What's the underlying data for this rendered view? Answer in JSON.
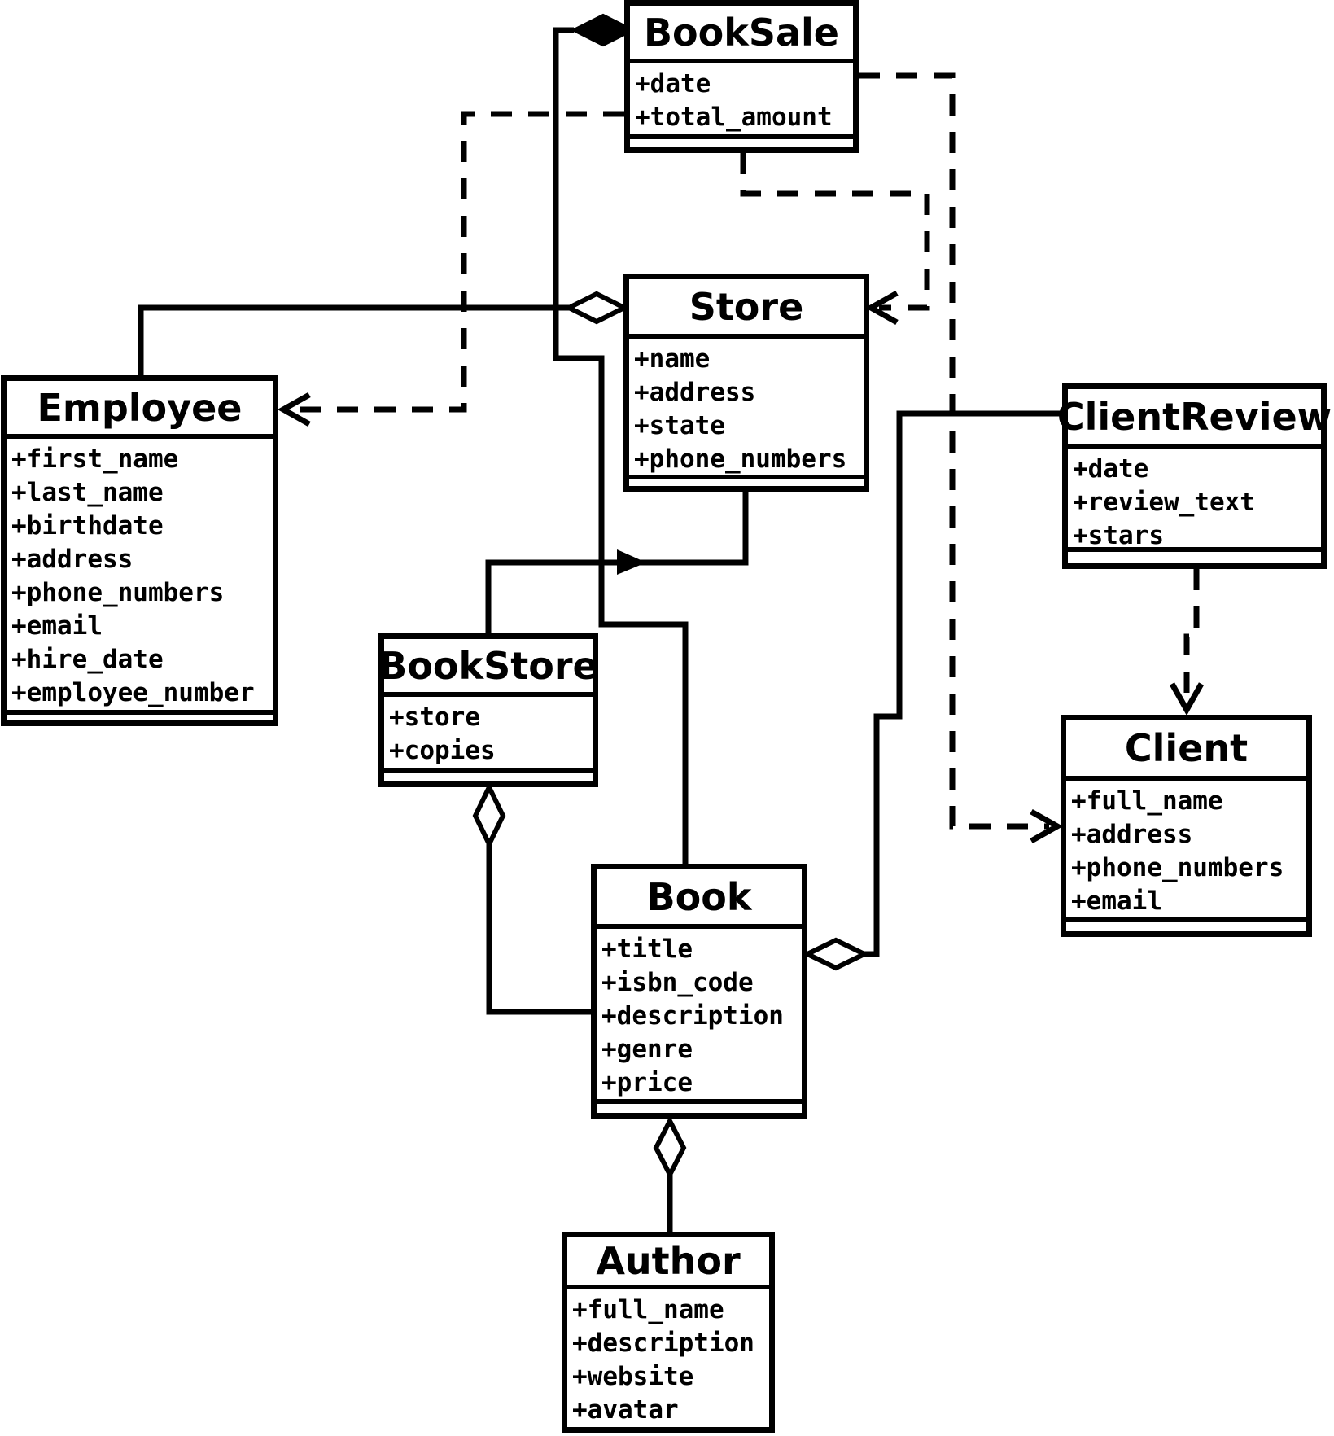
{
  "diagram": {
    "kind": "uml-class-diagram",
    "colors": {
      "line": "#000000",
      "background": "#ffffff",
      "box_fill": "#ffffff"
    },
    "classes": [
      {
        "name": "BookSale",
        "attributes": [
          "+date",
          "+total_amount"
        ]
      },
      {
        "name": "Store",
        "attributes": [
          "+name",
          "+address",
          "+state",
          "+phone_numbers"
        ]
      },
      {
        "name": "Employee",
        "attributes": [
          "+first_name",
          "+last_name",
          "+birthdate",
          "+address",
          "+phone_numbers",
          "+email",
          "+hire_date",
          "+employee_number"
        ]
      },
      {
        "name": "ClientReview",
        "attributes": [
          "+date",
          "+review_text",
          "+stars"
        ]
      },
      {
        "name": "BookStore",
        "attributes": [
          "+store",
          "+copies"
        ]
      },
      {
        "name": "Client",
        "attributes": [
          "+full_name",
          "+address",
          "+phone_numbers",
          "+email"
        ]
      },
      {
        "name": "Book",
        "attributes": [
          "+title",
          "+isbn_code",
          "+description",
          "+genre",
          "+price"
        ]
      },
      {
        "name": "Author",
        "attributes": [
          "+full_name",
          "+description",
          "+website",
          "+avatar"
        ]
      }
    ],
    "relationships": [
      {
        "from": "Book",
        "to": "BookSale",
        "type": "composition",
        "diamond_at": "BookSale"
      },
      {
        "from": "Employee",
        "to": "Store",
        "type": "aggregation",
        "diamond_at": "Store"
      },
      {
        "from": "BookStore",
        "to": "Store",
        "type": "directed-association",
        "arrow_at": "Store"
      },
      {
        "from": "Book",
        "to": "BookStore",
        "type": "aggregation",
        "diamond_at": "BookStore"
      },
      {
        "from": "ClientReview",
        "to": "Book",
        "type": "aggregation",
        "diamond_at": "Book"
      },
      {
        "from": "Author",
        "to": "Book",
        "type": "aggregation",
        "diamond_at": "Book"
      },
      {
        "from": "BookSale",
        "to": "Store",
        "type": "dependency"
      },
      {
        "from": "BookSale",
        "to": "Employee",
        "type": "dependency"
      },
      {
        "from": "BookSale",
        "to": "Client",
        "type": "dependency"
      },
      {
        "from": "ClientReview",
        "to": "Client",
        "type": "dependency"
      }
    ]
  }
}
